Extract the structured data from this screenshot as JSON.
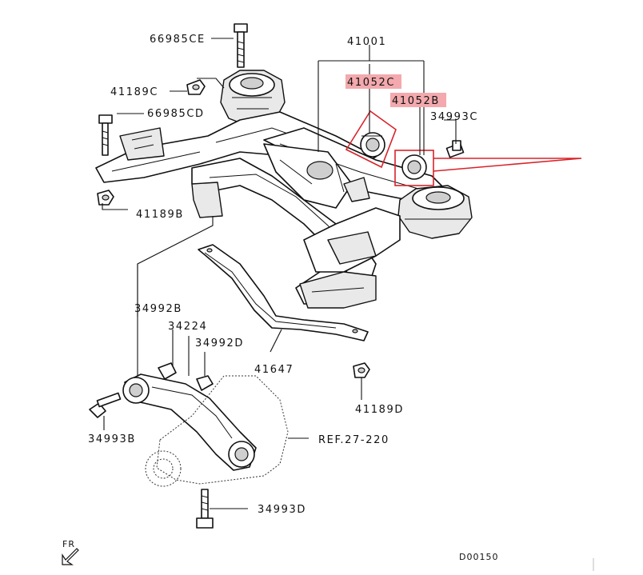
{
  "diagram": {
    "labels": {
      "p66985CE": "66985CE",
      "p41001": "41001",
      "p41189C": "41189C",
      "p41052C": "41052C",
      "p66985CD": "66985CD",
      "p41052B": "41052B",
      "p34993C": "34993C",
      "p41189B": "41189B",
      "p34992B": "34992B",
      "p34224": "34224",
      "p34992D": "34992D",
      "p41647": "41647",
      "p41189D": "41189D",
      "p34993B": "34993B",
      "ref27220": "REF.27-220",
      "p34993D": "34993D",
      "fr": "FR",
      "figure_code": "D00150"
    },
    "highlight_color": "#f3a9ad",
    "callout_color": "#d8232a"
  }
}
